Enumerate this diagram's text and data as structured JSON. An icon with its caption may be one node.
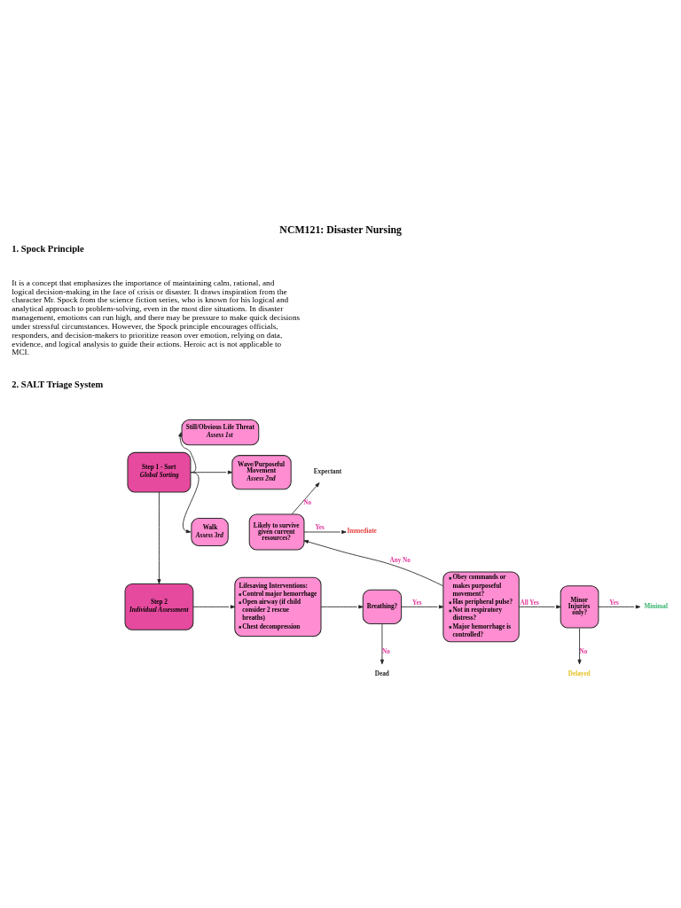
{
  "diagram": {
    "title": "NCM121: Disaster Nursing",
    "nodes": [
      {
        "text": [
          "Step 1 - Sort",
          "Global Sorting"
        ]
      },
      {
        "text": [
          "Still/Obvious Life Threat",
          "Assess 1st"
        ]
      },
      {
        "text": [
          "Wave/Purposeful Movement",
          "Assess 2nd"
        ]
      },
      {
        "text": [
          "Walk",
          "Assess 3rd"
        ]
      },
      {
        "text": [
          "Step 2",
          "Individual Assessment"
        ]
      },
      {
        "text": [
          "Lifesaving Interventions:",
          "Control major hemorrhage",
          "Open airway (if child consider 2 rescue breaths)",
          "Chest decompression"
        ]
      },
      {
        "text": [
          "Breathing?"
        ]
      },
      {
        "text": [
          "Dead"
        ]
      },
      {
        "text": [
          "Obey commands or makes purposeful movement?",
          "Has peripheral pulse?",
          "Not in respiratory distress?",
          "Major hemorrhage is controlled?"
        ]
      },
      {
        "text": [
          "Likely to survive given current resources?"
        ]
      },
      {
        "text": [
          "Expectant"
        ]
      },
      {
        "text": [
          "Immediate"
        ]
      },
      {
        "text": [
          "Minor Injuries only?"
        ]
      },
      {
        "text": [
          "Minimal"
        ]
      },
      {
        "text": [
          "Delayed"
        ]
      }
    ],
    "edges": [
      {
        "from": 0,
        "to": 1,
        "arrow": "to"
      },
      {
        "from": 0,
        "to": 2,
        "arrow": "to"
      },
      {
        "from": 0,
        "to": 3,
        "arrow": "to"
      },
      {
        "from": 0,
        "to": 4,
        "arrow": "to"
      },
      {
        "from": 4,
        "to": 5,
        "arrow": "to"
      },
      {
        "from": 5,
        "to": 6,
        "arrow": "to"
      },
      {
        "from": 6,
        "to": 8,
        "arrow": "to",
        "label": "Yes"
      },
      {
        "from": 6,
        "to": 7,
        "arrow": "to",
        "label": "No"
      },
      {
        "from": 8,
        "to": 9,
        "arrow": "to",
        "label": "Any No"
      },
      {
        "from": 9,
        "to": 10,
        "arrow": "to",
        "label": "No"
      },
      {
        "from": 9,
        "to": 11,
        "arrow": "to",
        "label": "Yes"
      },
      {
        "from": 8,
        "to": 12,
        "arrow": "to",
        "label": "All Yes"
      },
      {
        "from": 12,
        "to": 13,
        "arrow": "to",
        "label": "Yes"
      },
      {
        "from": 12,
        "to": 14,
        "arrow": "to",
        "label": "No"
      }
    ],
    "labels": [
      "1. Spock Principle",
      "It is a concept that emphasizes the importance of maintaining calm, rational, and logical decision-making in the face of crisis or disaster. It draws inspiration from the character Mr. Spock from the science fiction series, who is known for his logical and analytical approach to problem-solving, even in the most dire situations. In disaster management, emotions can run high, and there may be pressure to make quick decisions under stressful circumstances. However, the Spock principle encourages officials, responders, and decision-makers to prioritize reason over emotion, relying on data, evidence, and logical analysis to guide their actions. Heroic act is not applicable to MCI.",
      "2. SALT Triage System"
    ]
  }
}
